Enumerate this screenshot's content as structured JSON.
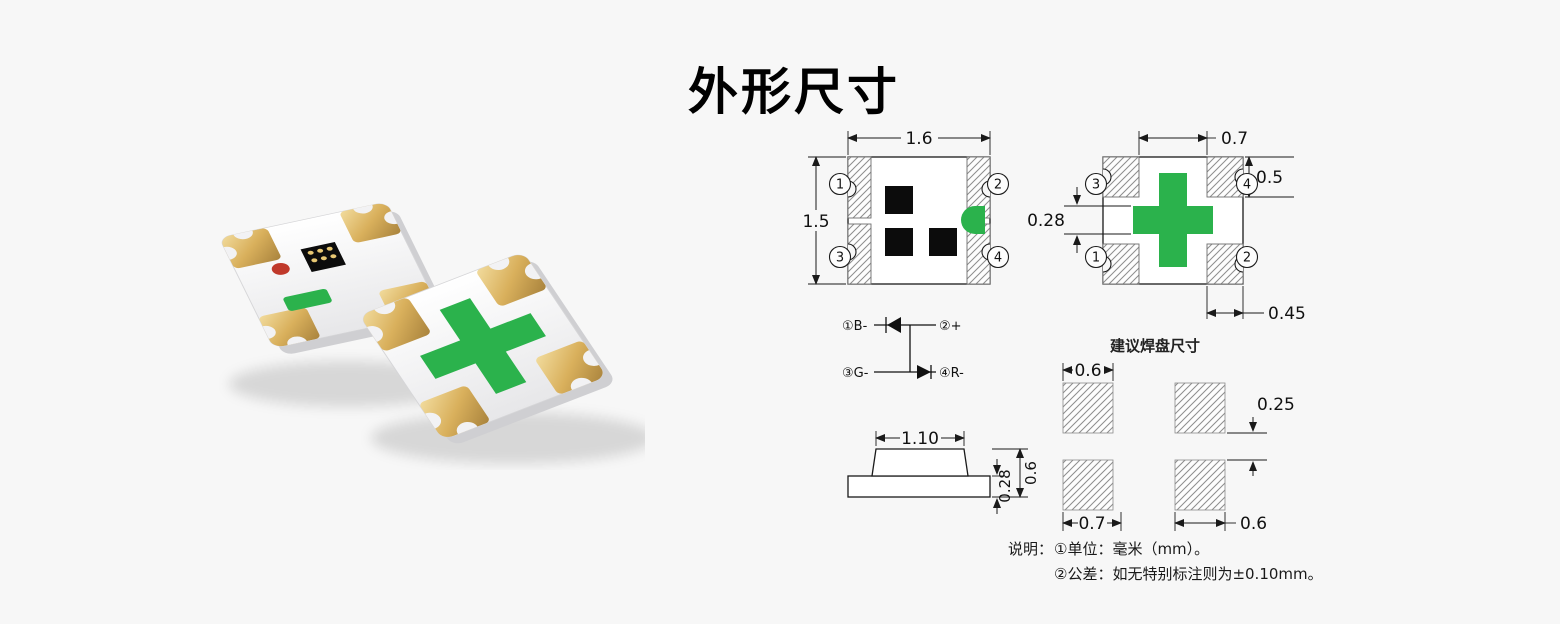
{
  "page": {
    "title": "外形尺寸"
  },
  "colors": {
    "led_green": "#2bb24c",
    "pad_gold": "#d9b05c",
    "background": "#f7f7f7",
    "line": "#1a1a1a"
  },
  "top_view": {
    "dim_width": "1.6",
    "dim_height": "1.5",
    "pin_tl": "1",
    "pin_tr": "2",
    "pin_bl": "3",
    "pin_br": "4"
  },
  "bottom_view": {
    "dim_top": "0.7",
    "dim_right": "0.5",
    "dim_left": "0.28",
    "dim_bottom": "0.45",
    "pin_tl": "3",
    "pin_tr": "4",
    "pin_bl": "1",
    "pin_br": "2"
  },
  "circuit": {
    "pin1_label": "①B-",
    "pin2_label": "②+",
    "pin3_label": "③G-",
    "pin4_label": "④R-"
  },
  "side_view": {
    "dim_width": "1.10",
    "dim_total_height": "0.6",
    "dim_base_height": "0.28"
  },
  "pad_layout": {
    "title": "建议焊盘尺寸",
    "dim_top": "0.6",
    "dim_gap": "0.25",
    "dim_bottom_left": "0.7",
    "dim_bottom_right": "0.6"
  },
  "notes": {
    "label": "说明：",
    "line1": "①单位：毫米（mm）。",
    "line2": "②公差：如无特别标注则为±0.10mm。"
  }
}
